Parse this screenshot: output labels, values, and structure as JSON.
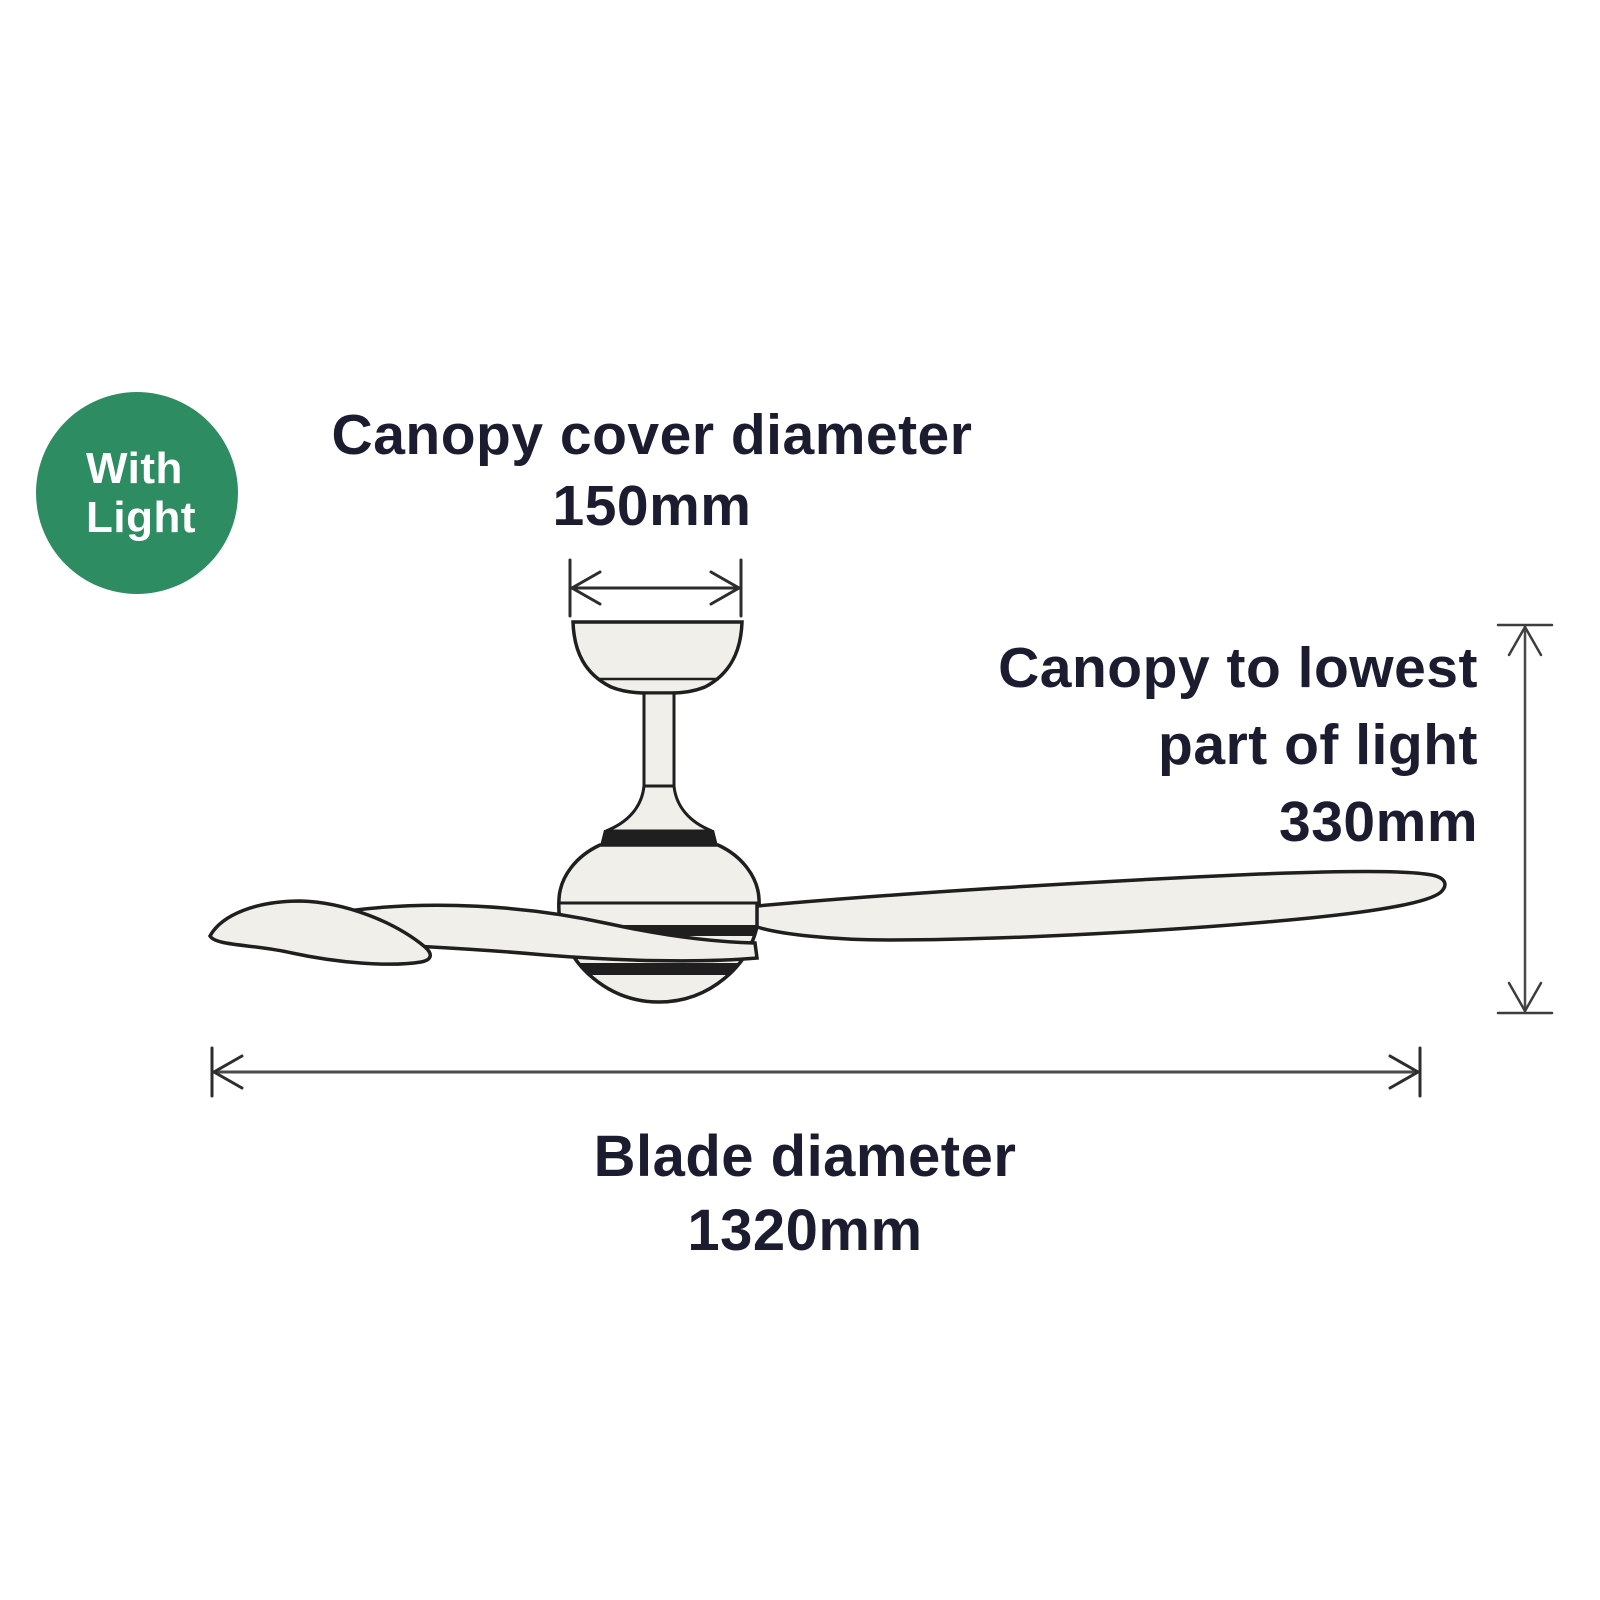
{
  "badge": {
    "line1": "With",
    "line2": "Light",
    "bg_color": "#2e8c62",
    "text_color": "#ffffff"
  },
  "labels": {
    "canopy_cover": {
      "title": "Canopy cover diameter",
      "value": "150mm"
    },
    "canopy_to_light": {
      "line1": "Canopy to lowest",
      "line2": "part of light",
      "value": "330mm"
    },
    "blade": {
      "title": "Blade diameter",
      "value": "1320mm"
    }
  },
  "diagram": {
    "subject": "Ceiling fan with light, side view dimension diagram",
    "measurements": [
      {
        "name": "canopy_cover_diameter_mm",
        "value": 150
      },
      {
        "name": "canopy_to_lowest_part_of_light_mm",
        "value": 330
      },
      {
        "name": "blade_diameter_mm",
        "value": 1320
      }
    ],
    "colors": {
      "outline": "#1f1f1f",
      "dimension_line": "#4a4a4a",
      "dimension_marks": "#2d2d2d",
      "fan_fill": "#f1efe9",
      "label_text": "#1c1c30"
    }
  }
}
